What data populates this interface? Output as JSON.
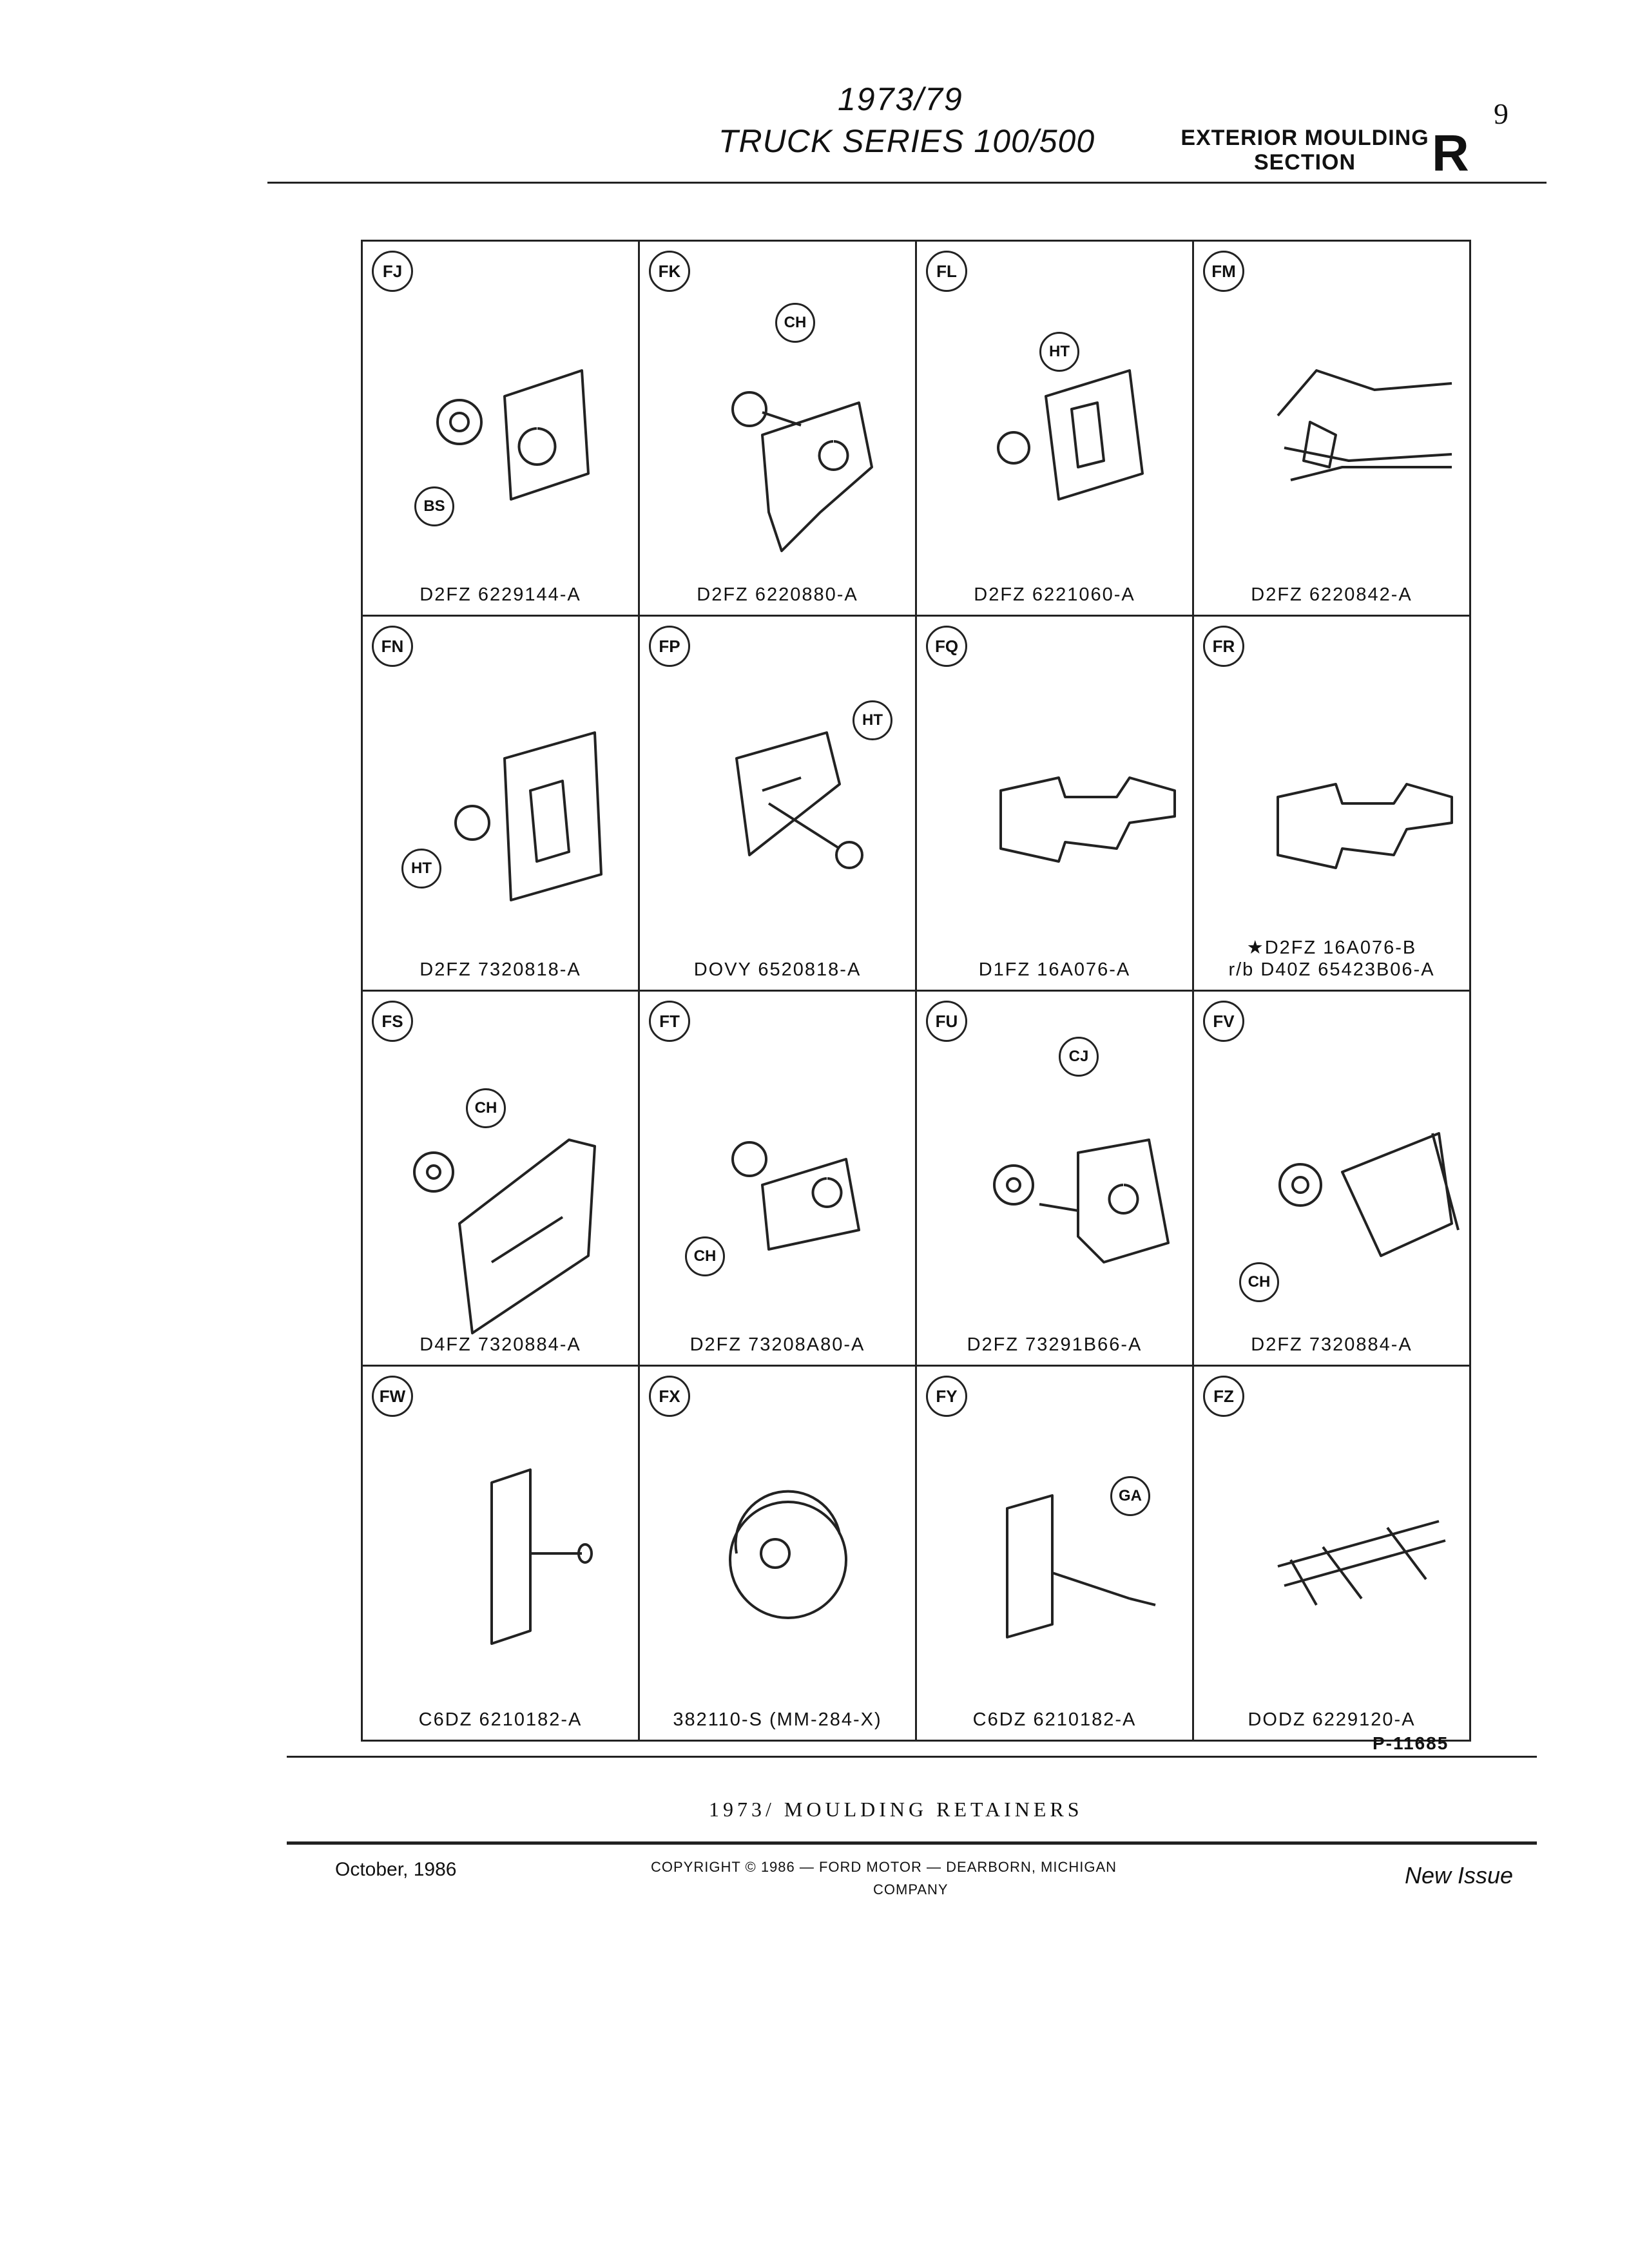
{
  "header": {
    "year": "1973/79",
    "series": "TRUCK  SERIES  100/500",
    "section_line1": "EXTERIOR MOULDING",
    "section_line2": "SECTION",
    "section_letter": "R",
    "page_number": "9"
  },
  "cells": [
    {
      "letter": "FJ",
      "part": "D2FZ 6229144-A",
      "part2": "",
      "callouts": [
        "BS"
      ]
    },
    {
      "letter": "FK",
      "part": "D2FZ 6220880-A",
      "part2": "",
      "callouts": [
        "CH"
      ]
    },
    {
      "letter": "FL",
      "part": "D2FZ 6221060-A",
      "part2": "",
      "callouts": [
        "HT"
      ]
    },
    {
      "letter": "FM",
      "part": "D2FZ 6220842-A",
      "part2": "",
      "callouts": []
    },
    {
      "letter": "FN",
      "part": "D2FZ 7320818-A",
      "part2": "",
      "callouts": [
        "HT"
      ]
    },
    {
      "letter": "FP",
      "part": "DOVY 6520818-A",
      "part2": "",
      "callouts": [
        "HT"
      ]
    },
    {
      "letter": "FQ",
      "part": "D1FZ 16A076-A",
      "part2": "",
      "callouts": []
    },
    {
      "letter": "FR",
      "part": "★D2FZ 16A076-B",
      "part2": "r/b D40Z 65423B06-A",
      "callouts": []
    },
    {
      "letter": "FS",
      "part": "D4FZ 7320884-A",
      "part2": "",
      "callouts": [
        "CH"
      ]
    },
    {
      "letter": "FT",
      "part": "D2FZ 73208A80-A",
      "part2": "",
      "callouts": [
        "CH"
      ]
    },
    {
      "letter": "FU",
      "part": "D2FZ 73291B66-A",
      "part2": "",
      "callouts": [
        "CJ"
      ]
    },
    {
      "letter": "FV",
      "part": "D2FZ 7320884-A",
      "part2": "",
      "callouts": [
        "CH"
      ]
    },
    {
      "letter": "FW",
      "part": "C6DZ 6210182-A",
      "part2": "",
      "callouts": []
    },
    {
      "letter": "FX",
      "part": "382110-S (MM-284-X)",
      "part2": "",
      "callouts": []
    },
    {
      "letter": "FY",
      "part": "C6DZ 6210182-A",
      "part2": "",
      "callouts": [
        "GA"
      ]
    },
    {
      "letter": "FZ",
      "part": "DODZ 6229120-A",
      "part2": "",
      "callouts": []
    }
  ],
  "figure_ref": "P-11685",
  "caption": "1973/  MOULDING RETAINERS",
  "footer": {
    "date": "October, 1986",
    "copyright_line1": "COPYRIGHT © 1986  —  FORD MOTOR  —  DEARBORN, MICHIGAN",
    "copyright_line2": "COMPANY",
    "issue": "New Issue"
  }
}
